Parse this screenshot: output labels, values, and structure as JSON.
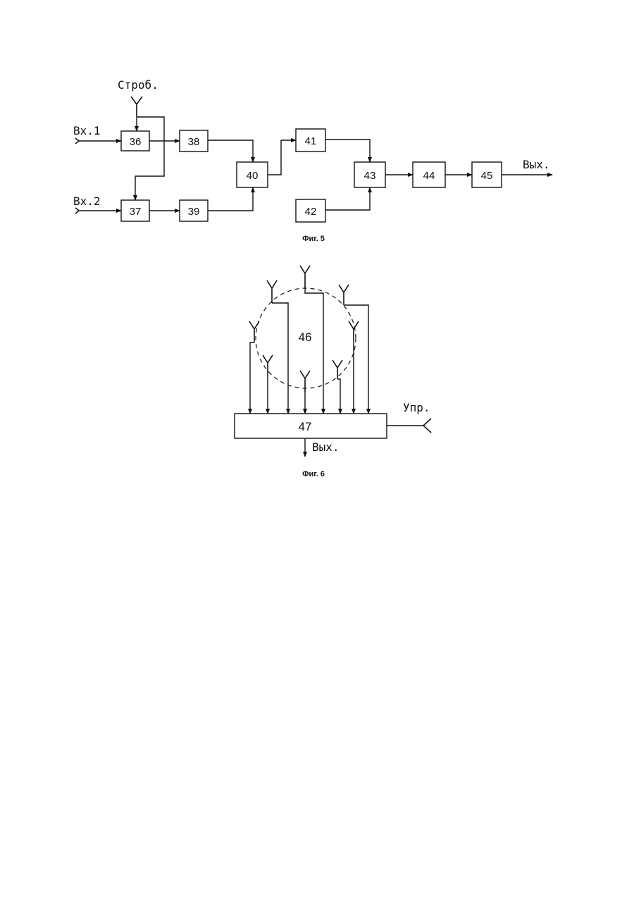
{
  "fig5": {
    "caption": "Фиг. 5",
    "labels": {
      "strobe": "Строб.",
      "in1": "Вх.1",
      "in2": "Вх.2",
      "out": "Вых."
    },
    "blocks": {
      "b36": "36",
      "b37": "37",
      "b38": "38",
      "b39": "39",
      "b40": "40",
      "b41": "41",
      "b42": "42",
      "b43": "43",
      "b44": "44",
      "b45": "45"
    }
  },
  "fig6": {
    "caption": "Фиг. 6",
    "labels": {
      "array": "46",
      "control": "Упр.",
      "out": "Вых."
    },
    "blocks": {
      "b47": "47"
    }
  }
}
